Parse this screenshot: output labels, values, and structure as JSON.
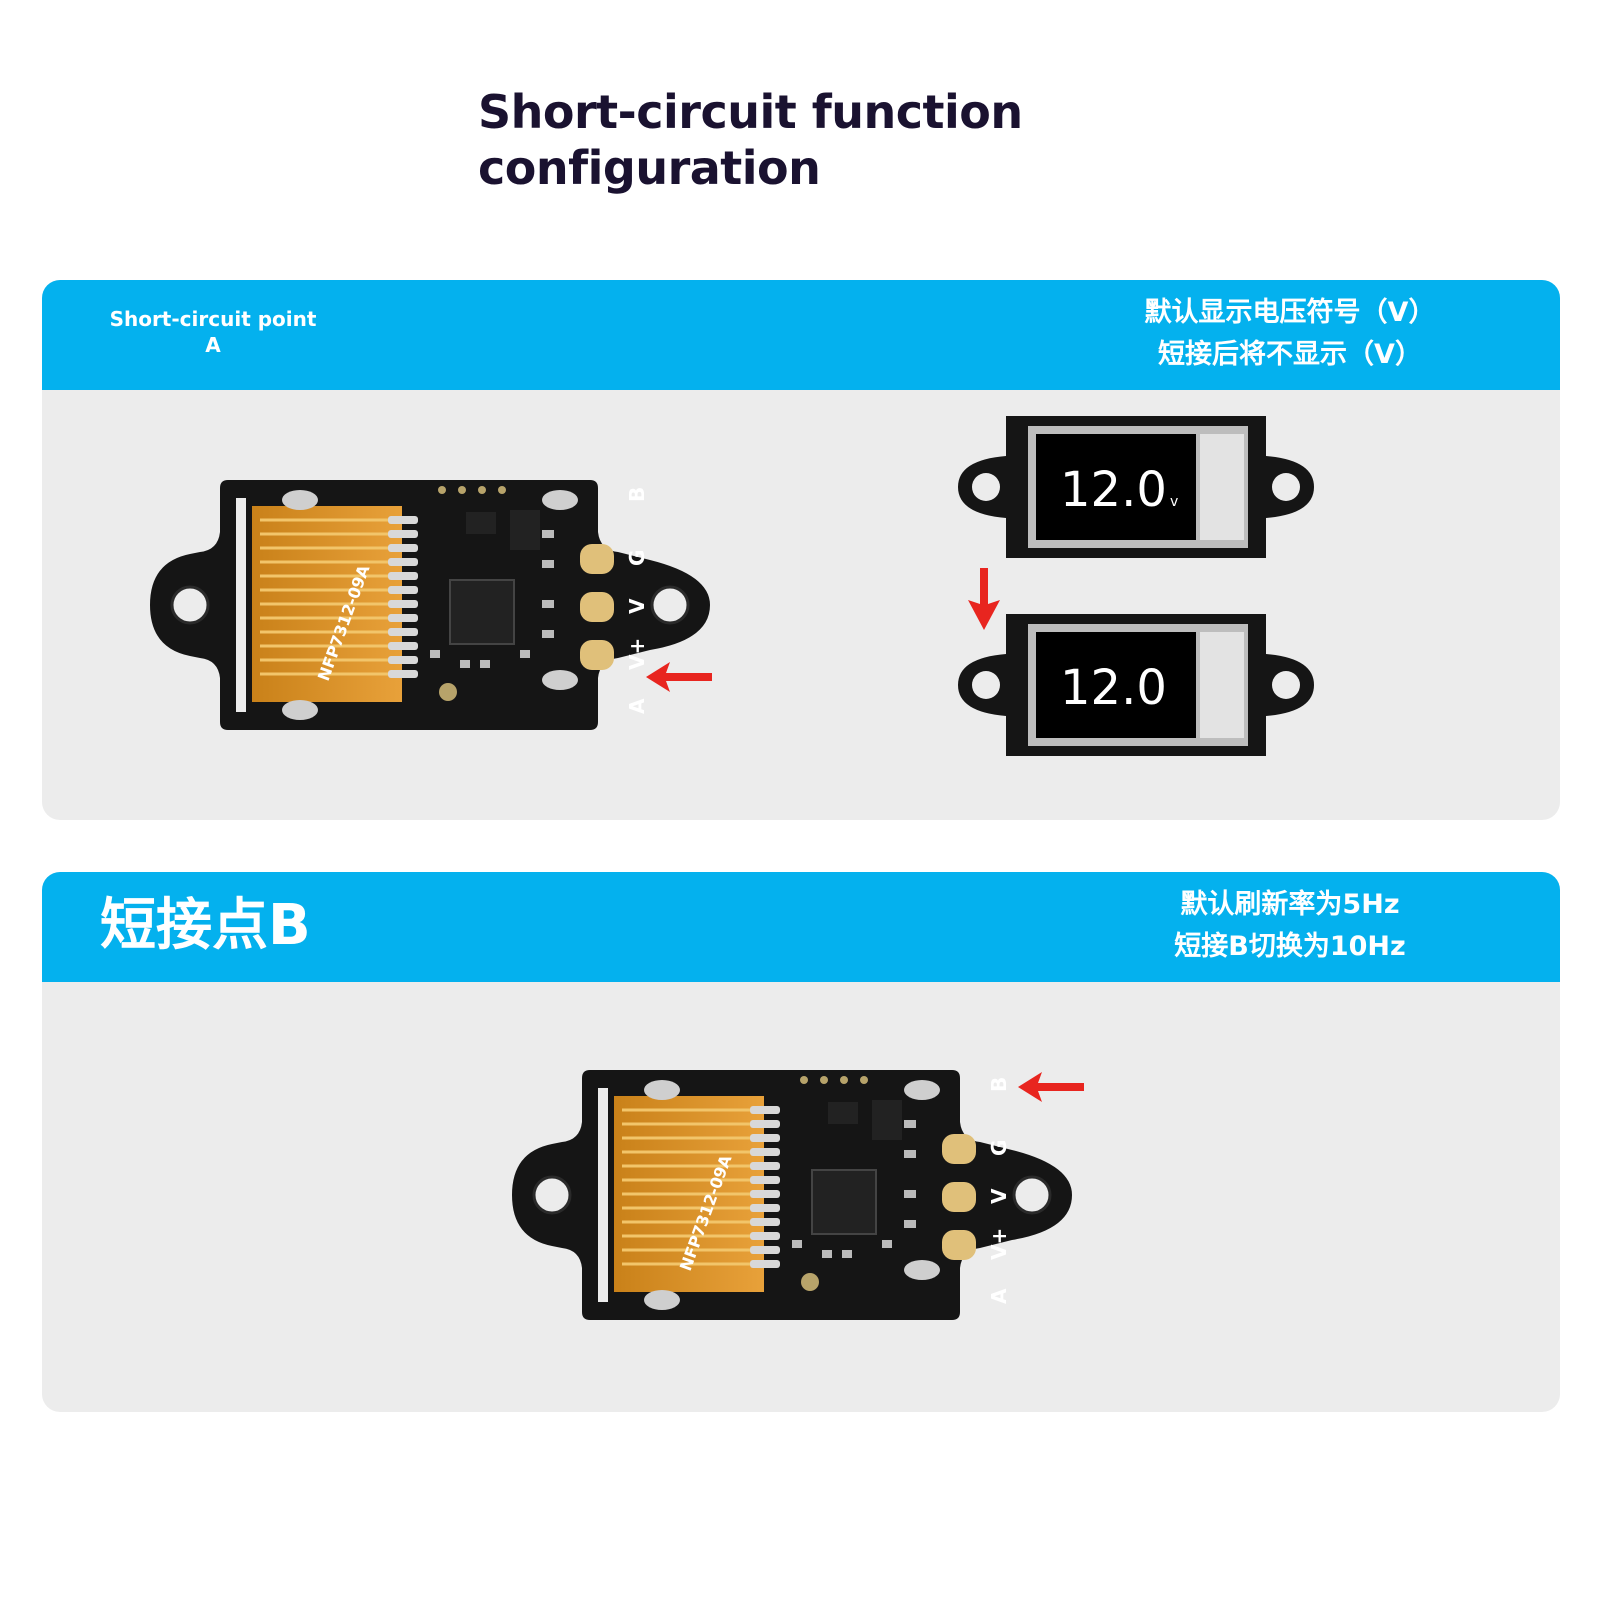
{
  "title": {
    "line1": "Short-circuit function",
    "line2": "configuration"
  },
  "section_a": {
    "header_label_line1": "Short-circuit point",
    "header_label_line2": "A",
    "note_line1": "默认显示电压符号（V）",
    "note_line2": "短接后将不显示（V）",
    "display_before_value": "12.0",
    "display_before_unit": "v",
    "display_after_value": "12.0"
  },
  "section_b": {
    "header_label": "短接点B",
    "note_line1": "默认刷新率为5Hz",
    "note_line2": "短接B切换为10Hz"
  },
  "board": {
    "silk_model": "NFP7312-09A",
    "pad_labels": [
      "B",
      "G",
      "V",
      "V+",
      "A"
    ]
  },
  "colors": {
    "band": "#04b1ee",
    "panel": "#ececec",
    "arrow": "#e8251f",
    "pcb": "#151515",
    "flex": "#d9901e"
  }
}
